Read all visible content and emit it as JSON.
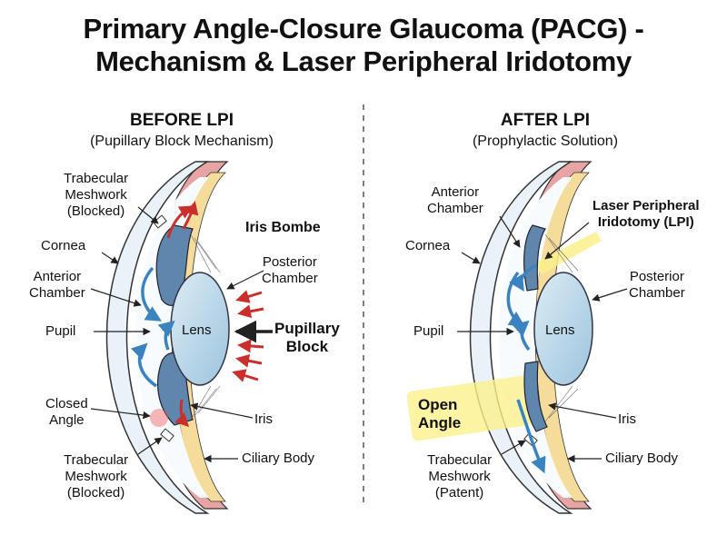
{
  "title_line1": "Primary Angle-Closure Glaucoma (PACG) -",
  "title_line2": "Mechanism & Laser Peripheral Iridotomy",
  "before": {
    "heading": "BEFORE LPI",
    "subheading": "(Pupillary Block Mechanism)",
    "labels": {
      "trabecular_top": [
        "Trabecular",
        "Meshwork",
        "(Blocked)"
      ],
      "iris_bombe": "Iris Bombe",
      "cornea": "Cornea",
      "posterior_chamber": [
        "Posterior",
        "Chamber"
      ],
      "anterior_chamber": [
        "Anterior",
        "Chamber"
      ],
      "pupil": "Pupil",
      "lens": "Lens",
      "pupillary_block": [
        "Pupillary",
        "Block"
      ],
      "closed_angle": [
        "Closed",
        "Angle"
      ],
      "iris": "Iris",
      "trabecular_bottom": [
        "Trabecular",
        "Meshwork",
        "(Blocked)"
      ],
      "ciliary_body": "Ciliary Body"
    }
  },
  "after": {
    "heading": "AFTER LPI",
    "subheading": "(Prophylactic Solution)",
    "labels": {
      "anterior_chamber": [
        "Anterior",
        "Chamber"
      ],
      "lpi": [
        "Laser Peripheral",
        "Iridotomy (LPI)"
      ],
      "cornea": "Cornea",
      "posterior_chamber": [
        "Posterior",
        "Chamber"
      ],
      "pupil": "Pupil",
      "lens": "Lens",
      "open_angle": [
        "Open",
        "Angle"
      ],
      "iris": "Iris",
      "trabecular": [
        "Trabecular",
        "Meshwork",
        "(Patent)"
      ],
      "ciliary_body": "Ciliary Body"
    }
  },
  "colors": {
    "cornea_fill": "#e8f2f8",
    "sclera_pink": "#e8a3a3",
    "ciliary_yellow": "#f6dc9a",
    "iris_blue": "#5f86ad",
    "lens_blue": "#bcd9ea",
    "flow_red": "#c9302c",
    "flow_blue": "#3b83c0",
    "highlight_yellow": "#fbf08c"
  }
}
